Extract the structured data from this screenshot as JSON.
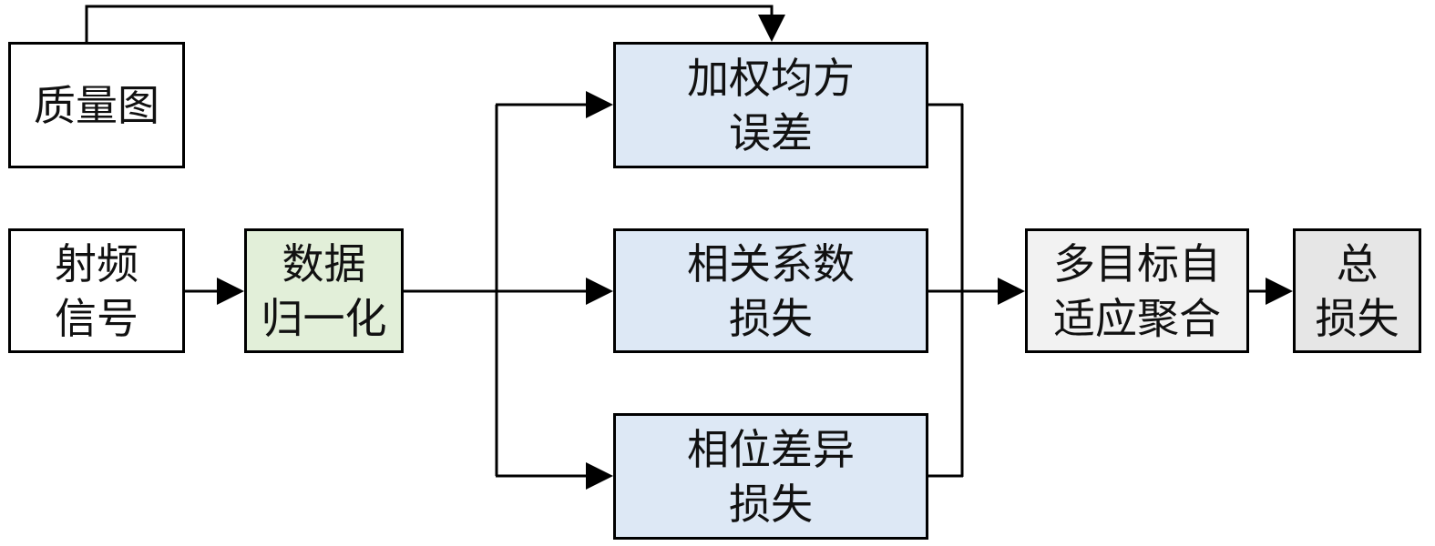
{
  "nodes": {
    "quality_map": {
      "lines": [
        "质量图"
      ],
      "fill": "#ffffff"
    },
    "rf_signal": {
      "lines": [
        "射频",
        "信号"
      ],
      "fill": "#ffffff"
    },
    "normalization": {
      "lines": [
        "数据",
        "归一化"
      ],
      "fill": "#e2efd9"
    },
    "weighted_mse": {
      "lines": [
        "加权均方",
        "误差"
      ],
      "fill": "#dde8f5"
    },
    "correlation_loss": {
      "lines": [
        "相关系数",
        "损失"
      ],
      "fill": "#dde8f5"
    },
    "phase_loss": {
      "lines": [
        "相位差异",
        "损失"
      ],
      "fill": "#dde8f5"
    },
    "aggregation": {
      "lines": [
        "多目标自",
        "适应聚合"
      ],
      "fill": "#f2f2f2"
    },
    "total_loss": {
      "lines": [
        "总",
        "损失"
      ],
      "fill": "#e6e6e6"
    }
  },
  "edges": [
    {
      "from": "quality_map",
      "to": "weighted_mse"
    },
    {
      "from": "rf_signal",
      "to": "normalization"
    },
    {
      "from": "normalization",
      "to": "weighted_mse"
    },
    {
      "from": "normalization",
      "to": "correlation_loss"
    },
    {
      "from": "normalization",
      "to": "phase_loss"
    },
    {
      "from": "weighted_mse",
      "to": "aggregation"
    },
    {
      "from": "correlation_loss",
      "to": "aggregation"
    },
    {
      "from": "phase_loss",
      "to": "aggregation"
    },
    {
      "from": "aggregation",
      "to": "total_loss"
    }
  ]
}
